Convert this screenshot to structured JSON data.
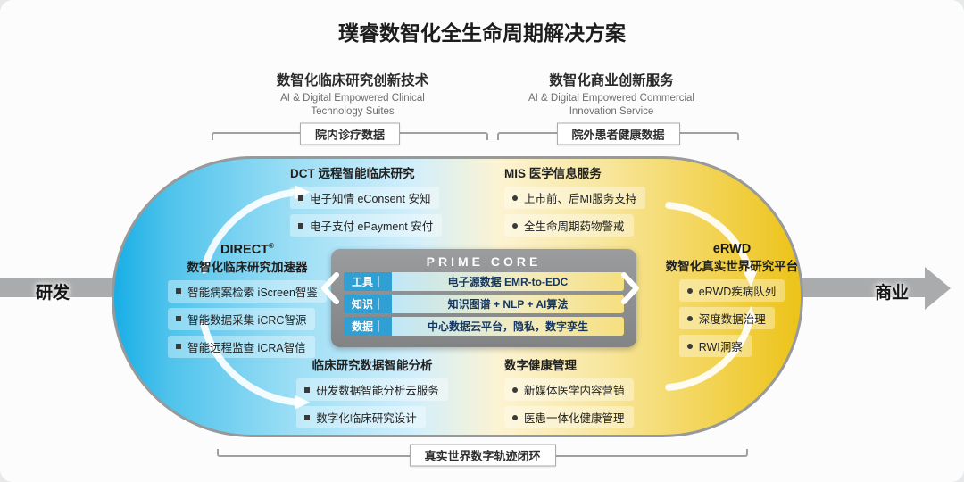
{
  "title": "璞睿数智化全生命周期解决方案",
  "columns": {
    "left": {
      "title": "数智化临床研究创新技术",
      "subtitle_lines": [
        "AI & Digital Empowered Clinical",
        "Technology Suites"
      ],
      "bracket_label": "院内诊疗数据"
    },
    "right": {
      "title": "数智化商业创新服务",
      "subtitle_lines": [
        "AI & Digital Empowered Commercial",
        "Innovation Service"
      ],
      "bracket_label": "院外患者健康数据"
    }
  },
  "flow": {
    "left_label": "研发",
    "right_label": "商业"
  },
  "bottom_bracket_label": "真实世界数字轨迹闭环",
  "sections": {
    "dct": {
      "title": "DCT 远程智能临床研究",
      "items": [
        "电子知情 eConsent 安知",
        "电子支付 ePayment 安付"
      ]
    },
    "mis": {
      "title": "MIS 医学信息服务",
      "items": [
        "上市前、后MI服务支持",
        "全生命周期药物警戒"
      ]
    },
    "direct": {
      "name": "DIRECT",
      "reg_mark": "®",
      "title": "数智化临床研究加速器",
      "items": [
        "智能病案检索 iScreen智鉴",
        "智能数据采集 iCRC智源",
        "智能远程监查 iCRA智信"
      ]
    },
    "erwd": {
      "name": "eRWD",
      "title": "数智化真实世界研究平台",
      "items": [
        "eRWD疾病队列",
        "深度数据治理",
        "RWI洞察"
      ]
    },
    "analysis": {
      "title": "临床研究数据智能分析",
      "items": [
        "研发数据智能分析云服务",
        "数字化临床研究设计"
      ]
    },
    "health": {
      "title": "数字健康管理",
      "items": [
        "新媒体医学内容营销",
        "医患一体化健康管理"
      ]
    }
  },
  "prime_core": {
    "title": "PRIME CORE",
    "rows": [
      {
        "label": "工具｜",
        "text": "电子源数据 EMR-to-EDC"
      },
      {
        "label": "知识｜",
        "text": "知识图谱 + NLP + AI算法"
      },
      {
        "label": "数据｜",
        "text": "中心数据云平台，隐私，数字孪生"
      }
    ]
  },
  "icons": {
    "square_bullet": "■",
    "dot_bullet": "●",
    "chevron_left": "❮",
    "chevron_right": "❯",
    "flow_arrow": "→"
  },
  "colors": {
    "clinical_blue": "#29b2e6",
    "commercial_gold": "#ecc318",
    "flow_gray": "#a9abad",
    "core_gray": "#8f9092",
    "row_label_blue": "#2f9fd4"
  }
}
